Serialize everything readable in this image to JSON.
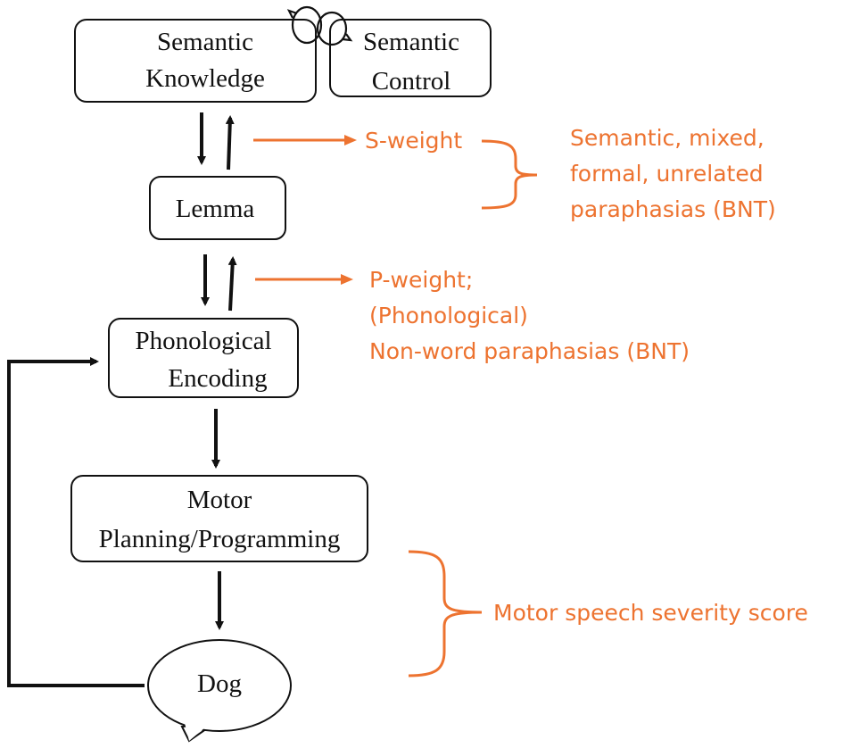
{
  "colors": {
    "node_stroke": "#111111",
    "annotation": "#ed7330",
    "background": "#ffffff"
  },
  "nodes": {
    "semantic_knowledge": {
      "line1": "Semantic",
      "line2": "Knowledge"
    },
    "semantic_control": {
      "line1": "Semantic",
      "line2": "Control"
    },
    "lemma": {
      "label": "Lemma"
    },
    "phonological_encoding": {
      "line1": "Phonological",
      "line2": "Encoding"
    },
    "motor_planning": {
      "line1": "Motor",
      "line2": "Planning/Programming"
    },
    "output_word": {
      "label": "Dog"
    }
  },
  "annotations": {
    "s_weight": "S-weight",
    "s_weight_outcomes": [
      "Semantic, mixed,",
      "formal, unrelated",
      "paraphasias (BNT)"
    ],
    "p_weight": [
      "P-weight;",
      "(Phonological)",
      "Non-word paraphasias (BNT)"
    ],
    "motor_score": "Motor speech severity score"
  },
  "icons": {
    "cycle": "circular-arrows-icon"
  }
}
